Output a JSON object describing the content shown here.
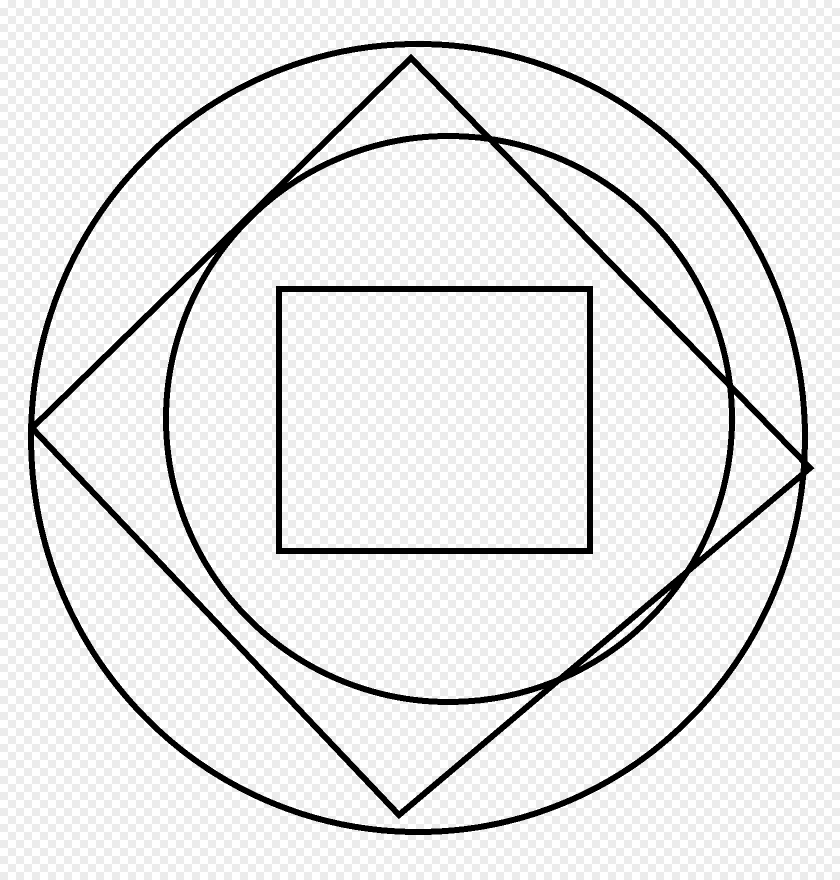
{
  "image": {
    "kind": "pixel-art line drawing",
    "background": "transparent-checkerboard",
    "colors": {
      "line": "#000000",
      "checker_light": "#ffffff",
      "checker_dark": "#ececec"
    },
    "shapes": [
      "outer-circle",
      "rhombus",
      "inner-circle",
      "center-square"
    ]
  }
}
